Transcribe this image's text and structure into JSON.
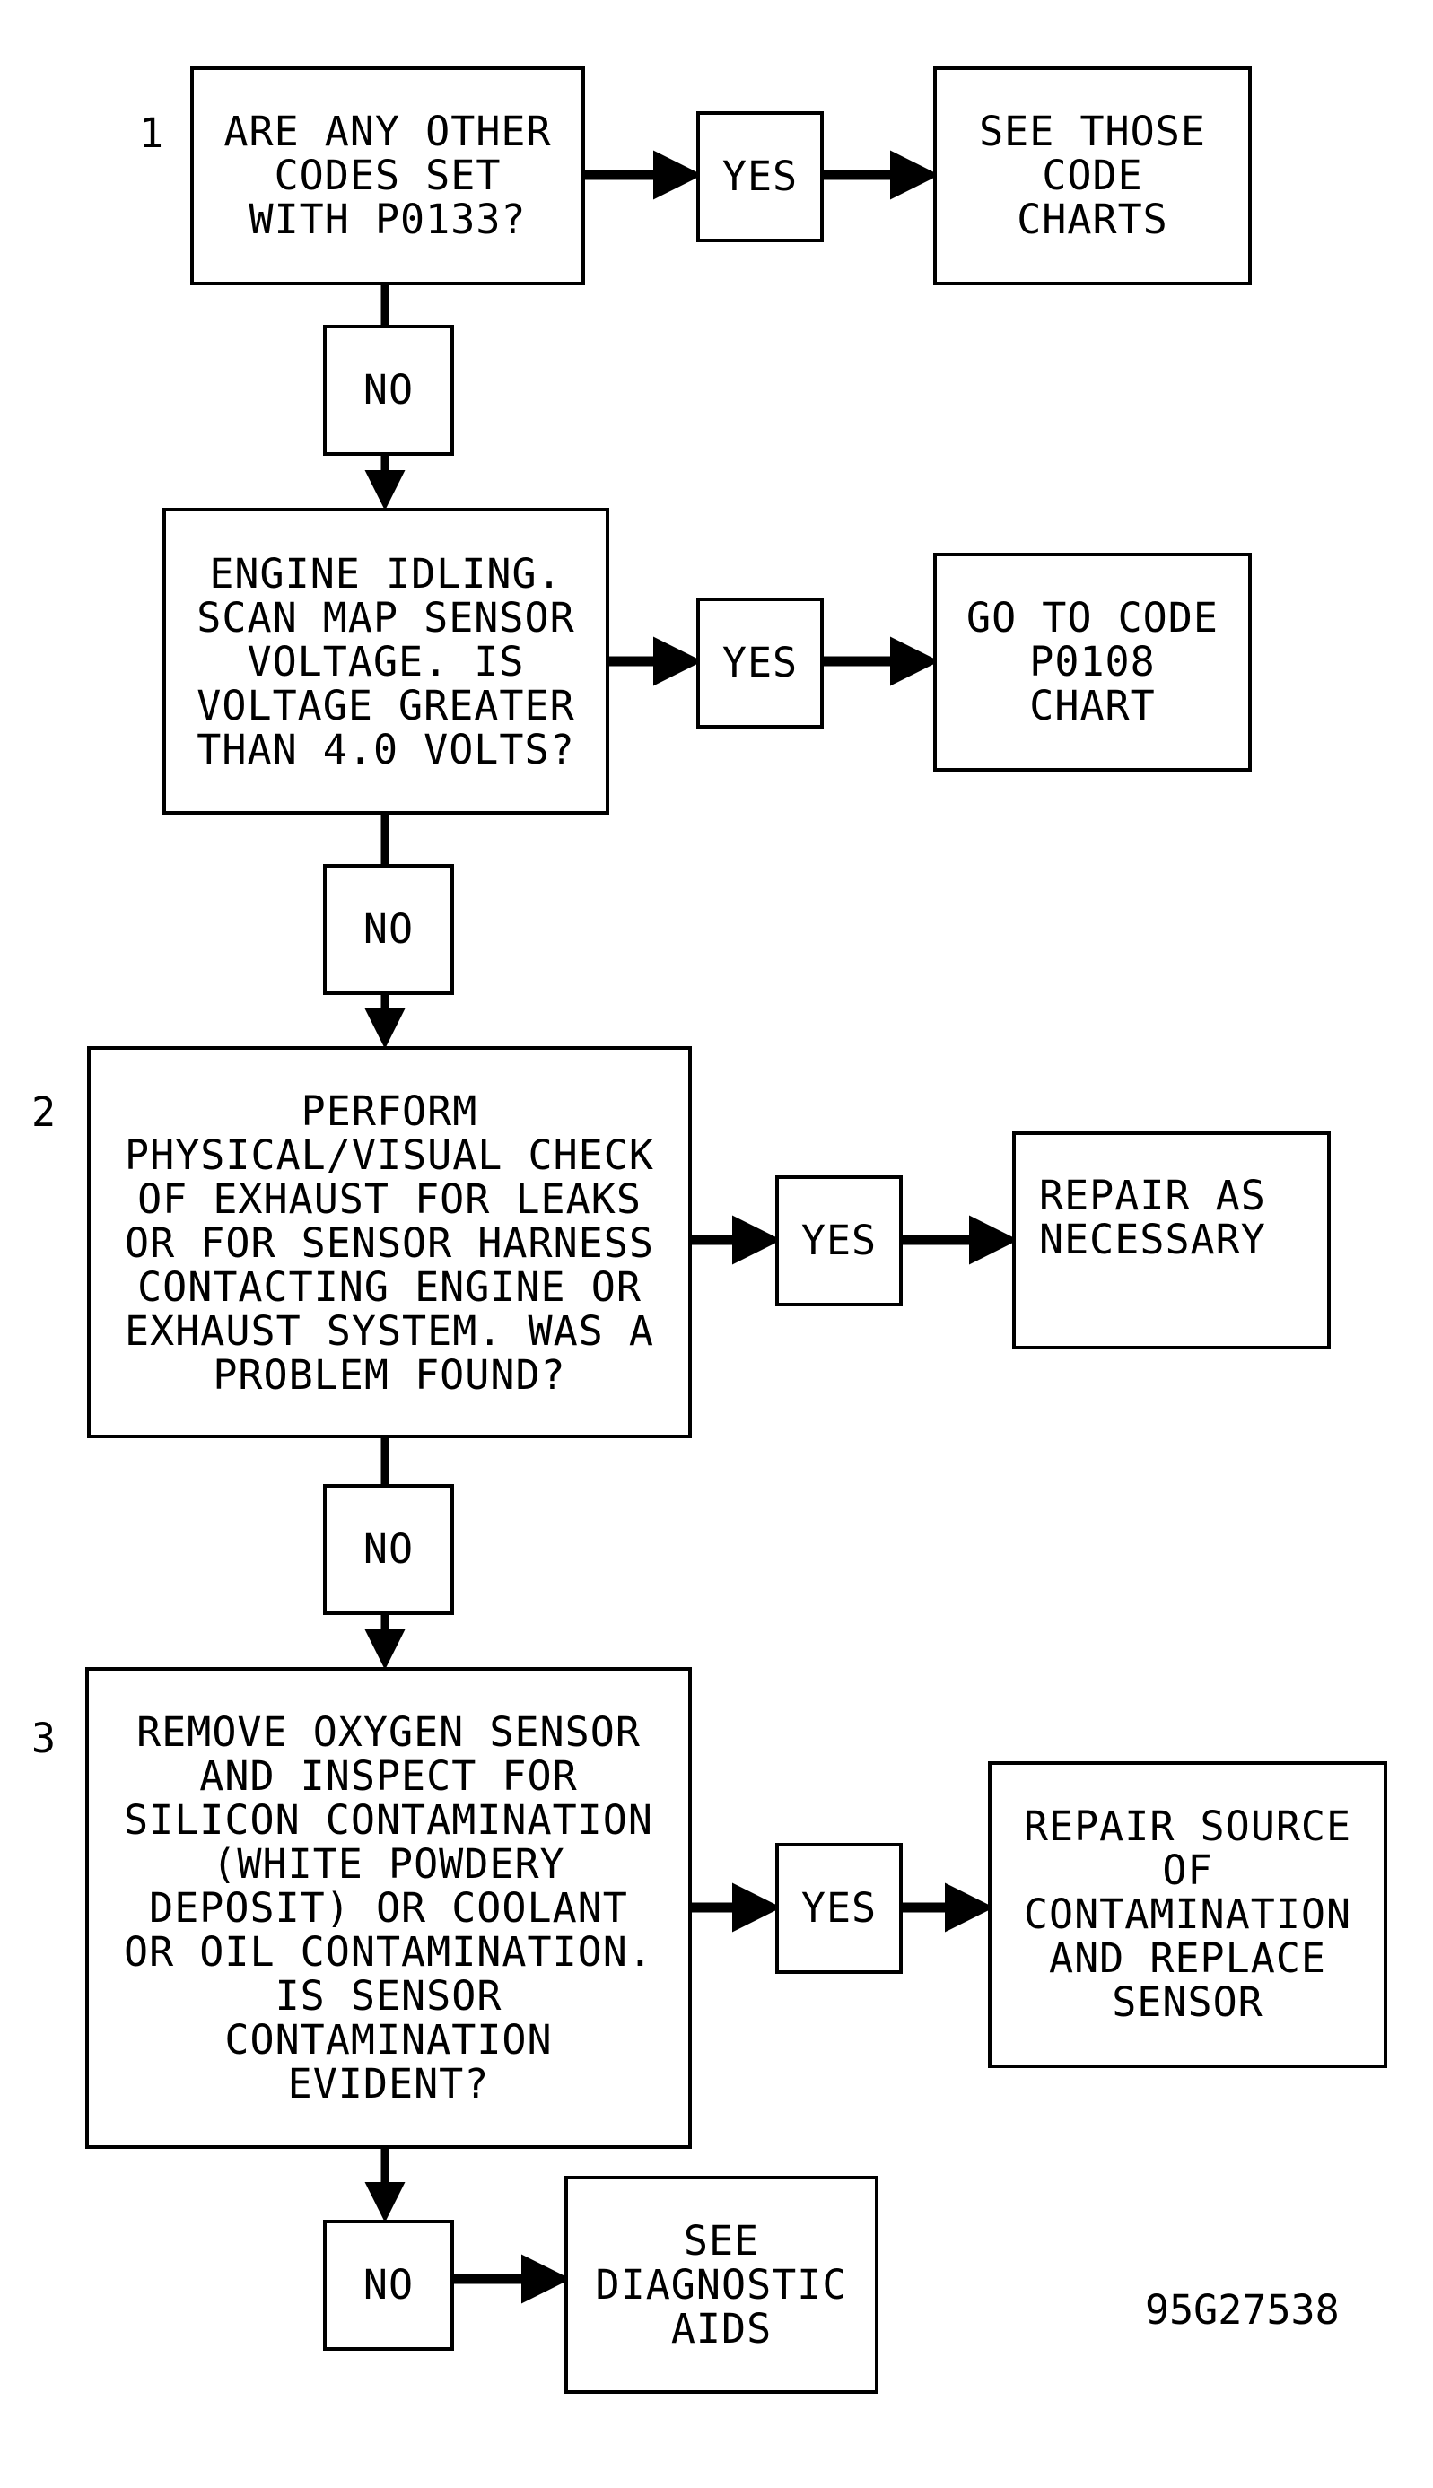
{
  "steps": [
    {
      "number": "1",
      "question": "ARE ANY OTHER\nCODES SET\nWITH P0133?",
      "yes_label": "YES",
      "yes_action": "SEE THOSE\nCODE\nCHARTS",
      "no_label": "NO"
    },
    {
      "number": "",
      "question": "ENGINE IDLING.\nSCAN MAP SENSOR\nVOLTAGE. IS\nVOLTAGE GREATER\nTHAN 4.0 VOLTS?",
      "yes_label": "YES",
      "yes_action": "GO TO CODE\nP0108\nCHART",
      "no_label": "NO"
    },
    {
      "number": "2",
      "question": "PERFORM\nPHYSICAL/VISUAL CHECK\nOF EXHAUST FOR LEAKS\nOR FOR SENSOR HARNESS\nCONTACTING ENGINE OR\nEXHAUST SYSTEM. WAS A\nPROBLEM FOUND?",
      "yes_label": "YES",
      "yes_action": "REPAIR AS\nNECESSARY",
      "no_label": "NO"
    },
    {
      "number": "3",
      "question": "REMOVE OXYGEN SENSOR\nAND INSPECT FOR\nSILICON CONTAMINATION\n(WHITE POWDERY\nDEPOSIT) OR COOLANT\nOR OIL CONTAMINATION.\nIS SENSOR\nCONTAMINATION\nEVIDENT?",
      "yes_label": "YES",
      "yes_action": "REPAIR SOURCE\nOF\nCONTAMINATION\nAND REPLACE\nSENSOR",
      "no_label": "NO"
    }
  ],
  "final_action": "SEE\nDIAGNOSTIC\nAIDS",
  "figure_id": "95G27538",
  "colors": {
    "line": "#000000",
    "background": "#ffffff"
  }
}
